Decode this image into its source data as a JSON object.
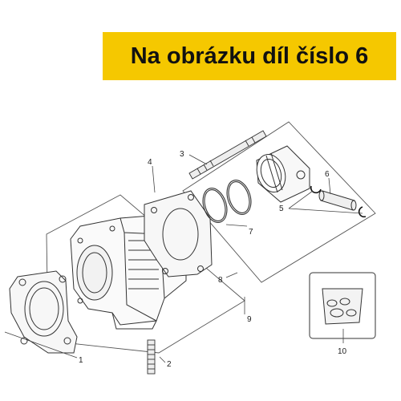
{
  "banner": {
    "text": "Na obrázku díl číslo 6",
    "color": "#f5c800"
  },
  "callouts": [
    {
      "id": "1",
      "label": "1"
    },
    {
      "id": "2",
      "label": "2"
    },
    {
      "id": "3",
      "label": "3"
    },
    {
      "id": "4",
      "label": "4"
    },
    {
      "id": "5",
      "label": "5"
    },
    {
      "id": "6",
      "label": "6"
    },
    {
      "id": "7",
      "label": "7"
    },
    {
      "id": "8",
      "label": "8"
    },
    {
      "id": "9",
      "label": "9"
    },
    {
      "id": "10",
      "label": "10"
    }
  ]
}
